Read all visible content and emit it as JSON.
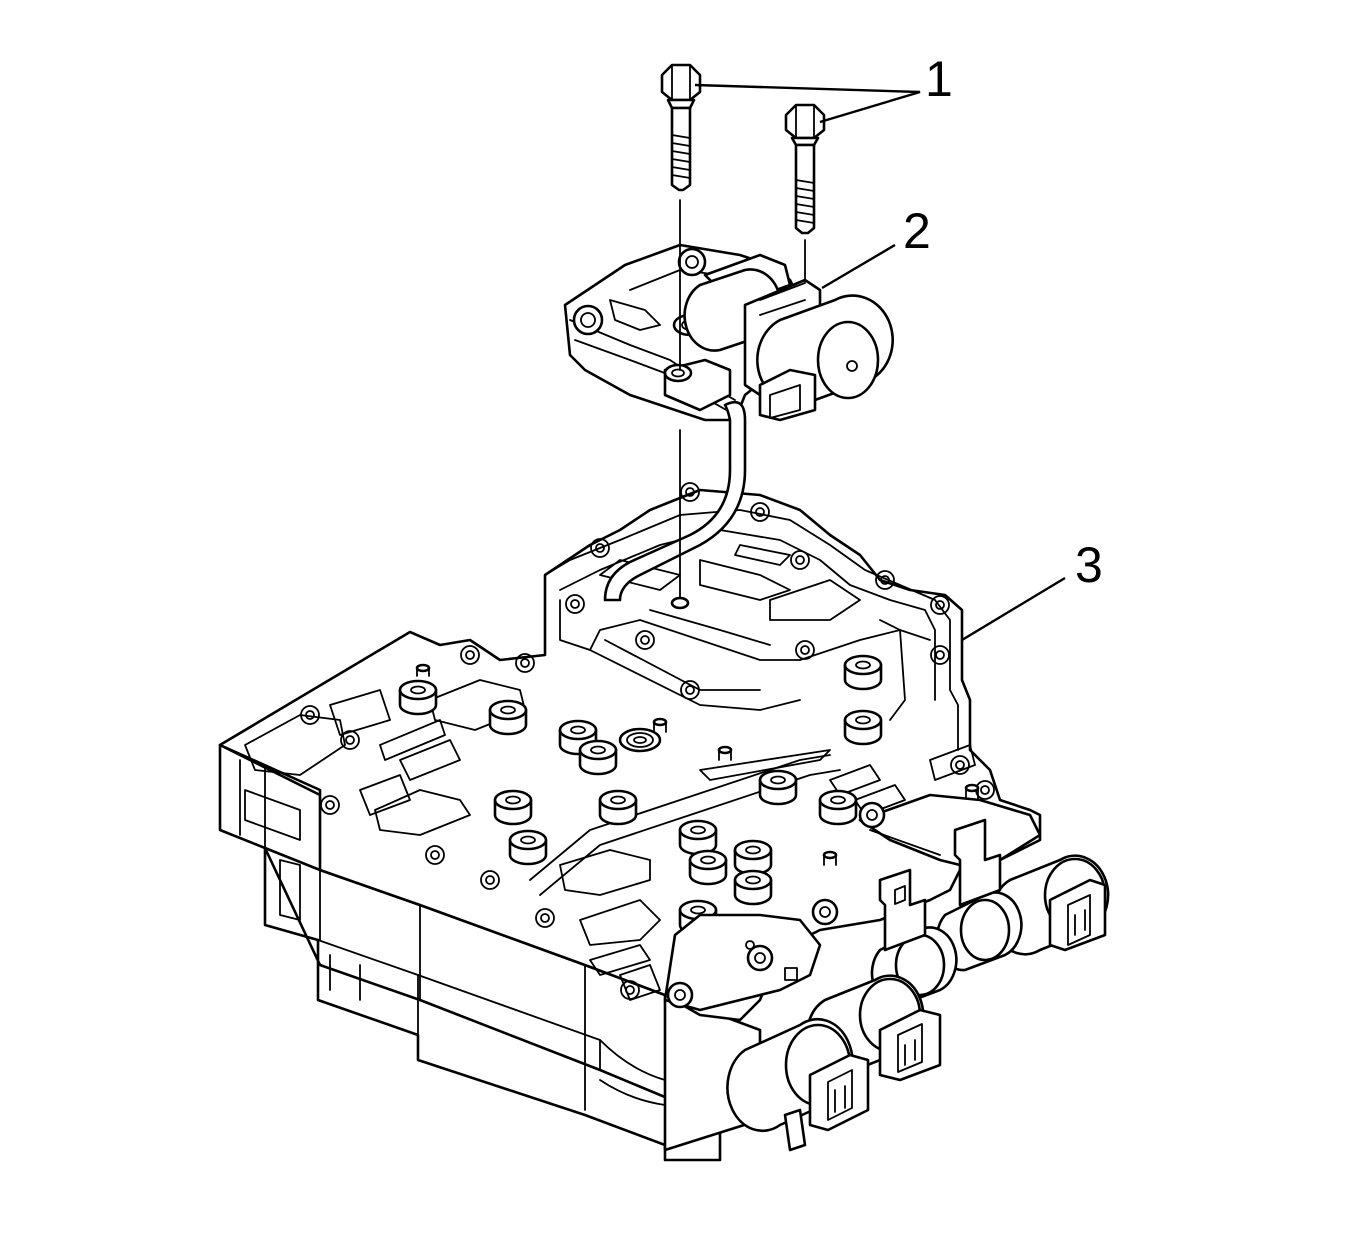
{
  "callouts": {
    "bolts": "1",
    "solenoid_module": "2",
    "valve_body": "3"
  },
  "colors": {
    "line": "#000000",
    "background": "#ffffff"
  }
}
